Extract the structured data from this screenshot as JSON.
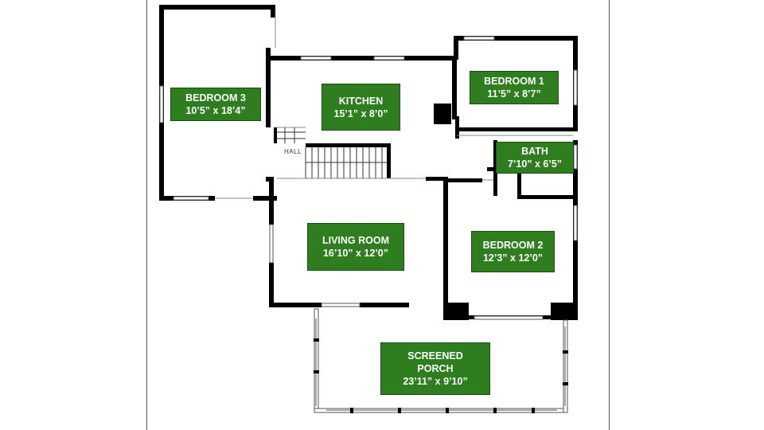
{
  "plan": {
    "hall_label": "HALL",
    "rooms": [
      {
        "id": "bedroom3",
        "name": "BEDROOM 3",
        "dims": "10’5” x 18’4”"
      },
      {
        "id": "kitchen",
        "name": "KITCHEN",
        "dims": "15’1” x 8’0”"
      },
      {
        "id": "bedroom1",
        "name": "BEDROOM 1",
        "dims": "11’5” x 8’7”"
      },
      {
        "id": "bath",
        "name": "BATH",
        "dims": "7’10” x 6’5”"
      },
      {
        "id": "living",
        "name": "LIVING ROOM",
        "dims": "16’10” x 12’0”"
      },
      {
        "id": "bedroom2",
        "name": "BEDROOM 2",
        "dims": "12’3” x 12’0”"
      },
      {
        "id": "porch",
        "name": "SCREENED PORCH",
        "name_line1": "SCREENED",
        "name_line2": "PORCH",
        "dims": "23’11” x 9’10”"
      }
    ]
  }
}
